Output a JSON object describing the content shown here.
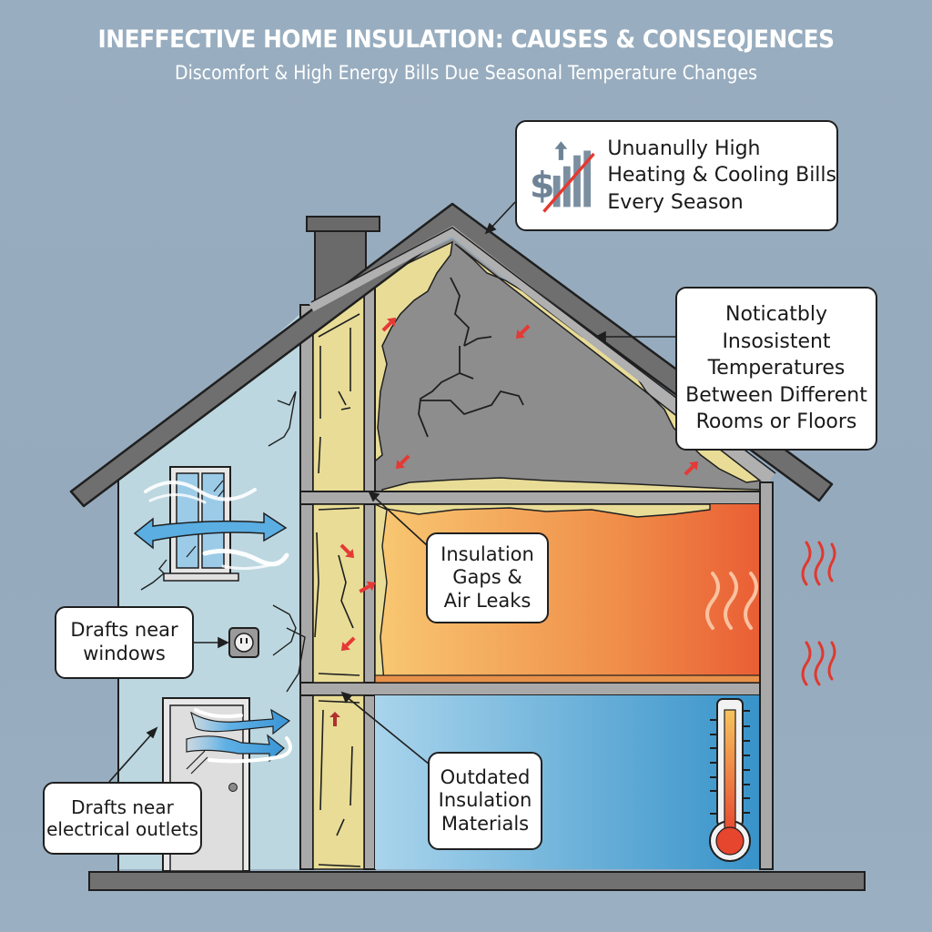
{
  "header": {
    "title": "INEFFECTIVE HOME INSULATION: CAUSES & CONSEQJENCES",
    "subtitle": "Discomfort & High Energy Bills Due Seasonal Temperature Changes"
  },
  "callouts": {
    "bills": {
      "icon": "rising-bills-chart-icon",
      "lines": [
        "Unuanully High",
        "Heating & Cooling Bills",
        "Every Season"
      ]
    },
    "temperatures": {
      "lines": [
        "Noticatbly",
        "Insosistent",
        "Temperatures",
        "Between Different",
        "Rooms or Floors"
      ]
    },
    "gaps": {
      "lines": [
        "Insulation",
        "Gaps &",
        "Air Leaks"
      ]
    },
    "outdated": {
      "lines": [
        "Outdated",
        "Insulation",
        "Materials"
      ]
    },
    "windows": {
      "lines": [
        "Drafts near",
        "windows"
      ]
    },
    "outlets": {
      "lines": [
        "Drafts near",
        "electrical outlets"
      ]
    }
  },
  "icons": {
    "bills_chart": "dollar-bar-chart-with-up-arrow",
    "thermometer": "thermometer-icon",
    "heat_waves": "heat-wave-icon",
    "outlet": "electrical-outlet-icon",
    "draft_arrows": "air-draft-arrow-icon",
    "leak_arrows": "red-heat-leak-arrow-icon"
  },
  "colors": {
    "background": "#98adbf",
    "roof": "#6f6f6f",
    "outline": "#1f1f1f",
    "insulation": "#e8dc97",
    "attic_gray": "#8c8c8c",
    "warm_room_left": "#f7c36e",
    "warm_room_right": "#ea5f35",
    "cool_room_left": "#a6d2ec",
    "cool_room_right": "#3593c9",
    "wall_exterior": "#bcd7e0",
    "leak_red": "#e53935",
    "draft_blue": "#4aa3dc"
  }
}
